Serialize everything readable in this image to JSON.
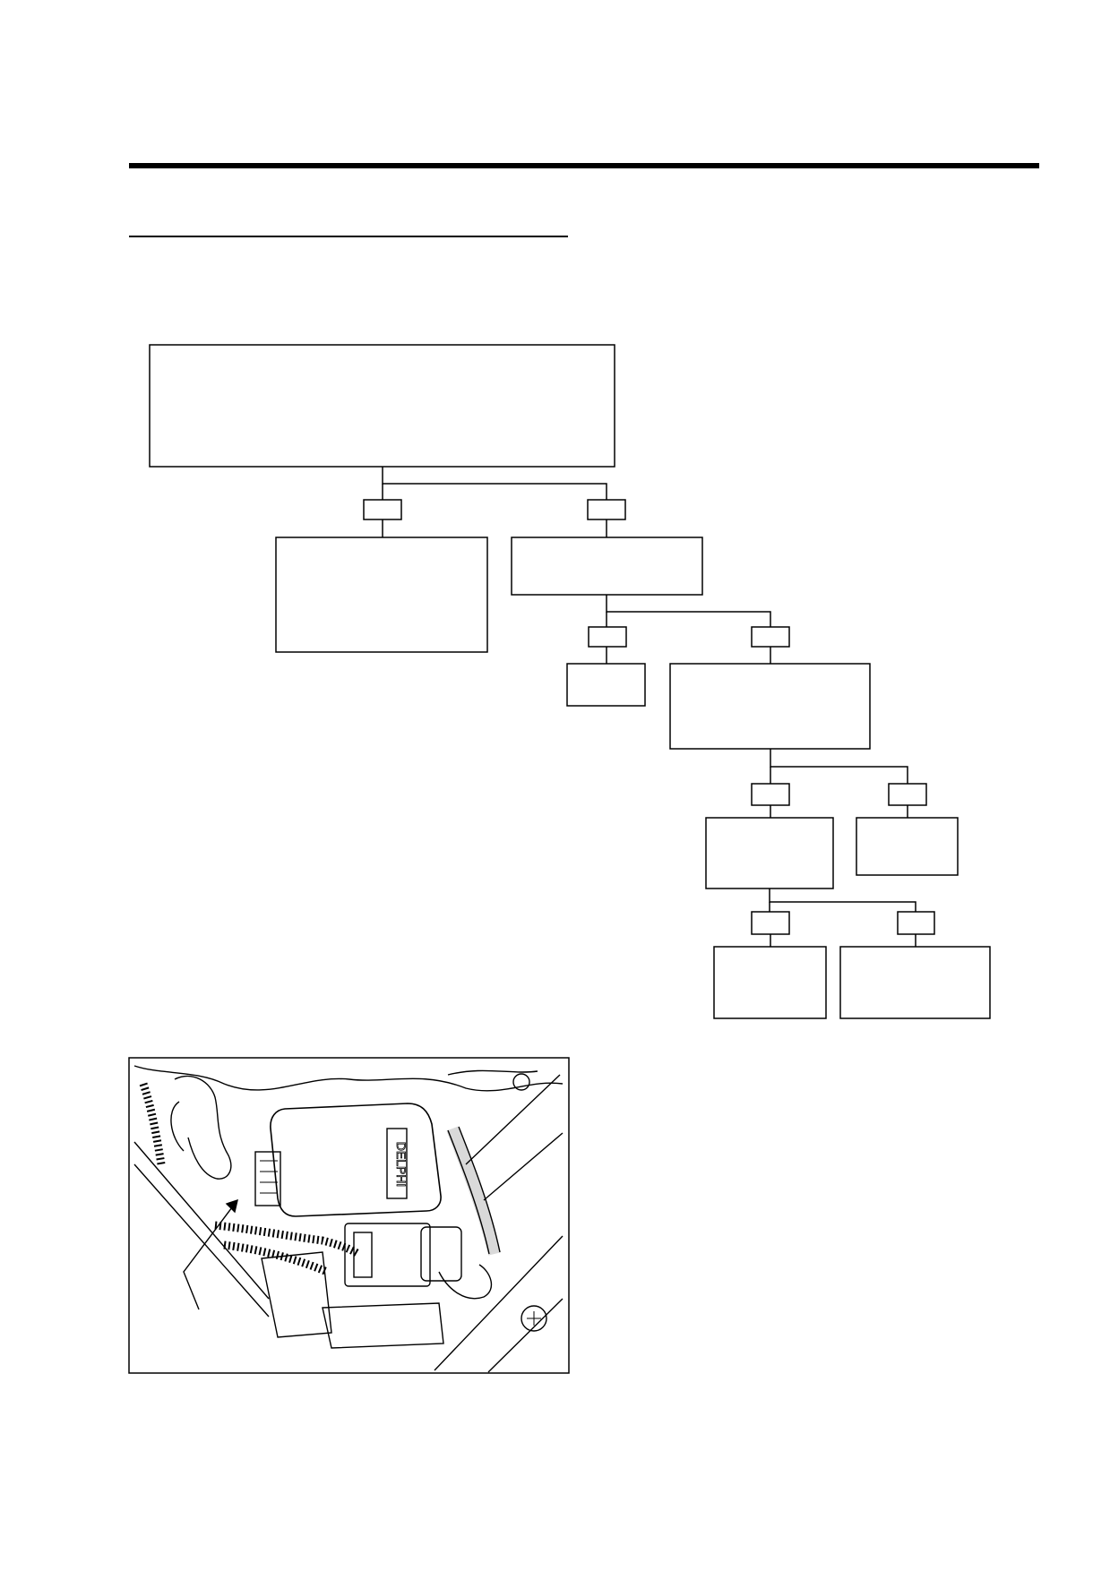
{
  "page": {
    "header_title": "",
    "section_title": ""
  },
  "flowchart": {
    "boxes": [
      {
        "id": "start",
        "text": ""
      },
      {
        "id": "left-result",
        "text": ""
      },
      {
        "id": "check-2",
        "text": ""
      },
      {
        "id": "small-result",
        "text": ""
      },
      {
        "id": "check-3",
        "text": ""
      },
      {
        "id": "check-4",
        "text": ""
      },
      {
        "id": "right-result",
        "text": ""
      },
      {
        "id": "final-left",
        "text": ""
      },
      {
        "id": "final-right",
        "text": ""
      }
    ],
    "branch_labels": [
      "",
      "",
      "",
      "",
      "",
      "",
      "",
      ""
    ]
  },
  "figure": {
    "callout_label": "",
    "brand_marking": "DELPHI"
  }
}
